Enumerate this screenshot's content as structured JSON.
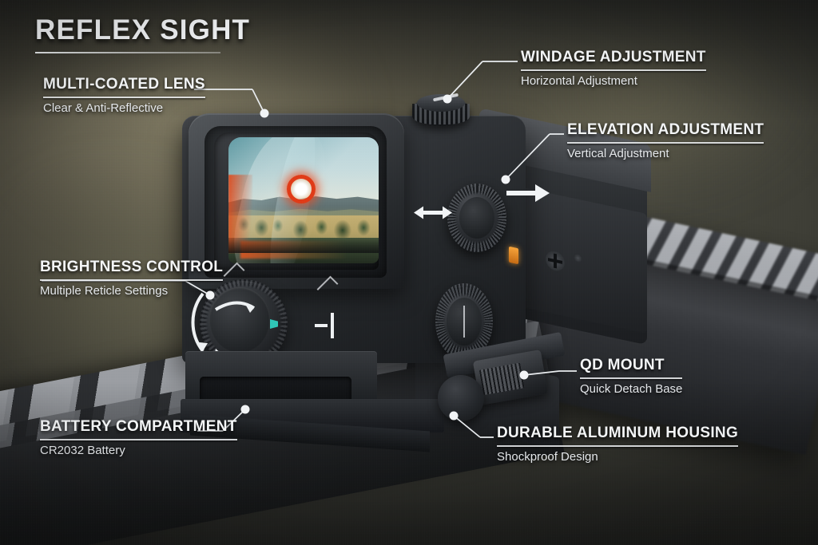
{
  "page": {
    "title": "REFLEX SIGHT",
    "accent_color": "#e03a16",
    "text_color": "#f3f5f6",
    "background_tone": "#4a4a42"
  },
  "callouts": [
    {
      "id": "multi-coated-lens",
      "title": "MULTI-COATED LENS",
      "subtitle": "Clear & Anti-Reflective",
      "align": "left"
    },
    {
      "id": "windage-adjustment",
      "title": "WINDAGE ADJUSTMENT",
      "subtitle": "Horizontal Adjustment",
      "align": "left"
    },
    {
      "id": "elevation-adjustment",
      "title": "ELEVATION ADJUSTMENT",
      "subtitle": "Vertical Adjustment",
      "align": "left"
    },
    {
      "id": "brightness-control",
      "title": "BRIGHTNESS CONTROL",
      "subtitle": "Multiple Reticle Settings",
      "align": "left"
    },
    {
      "id": "qd-mount",
      "title": "QD MOUNT",
      "subtitle": "Quick Detach Base",
      "align": "left"
    },
    {
      "id": "battery-compartment",
      "title": "BATTERY COMPARTMENT",
      "subtitle": "CR2032 Battery",
      "align": "left"
    },
    {
      "id": "durable-aluminum-housing",
      "title": "DURABLE ALUMINUM HOUSING",
      "subtitle": "Shockproof Design",
      "align": "left"
    }
  ],
  "device": {
    "name": "reflex-sight",
    "reticle_color": "#e03a16",
    "lens_coating_color": "#1a6c78",
    "indicator_color": "#2ec6b6",
    "led_color": "#f7a33a"
  }
}
